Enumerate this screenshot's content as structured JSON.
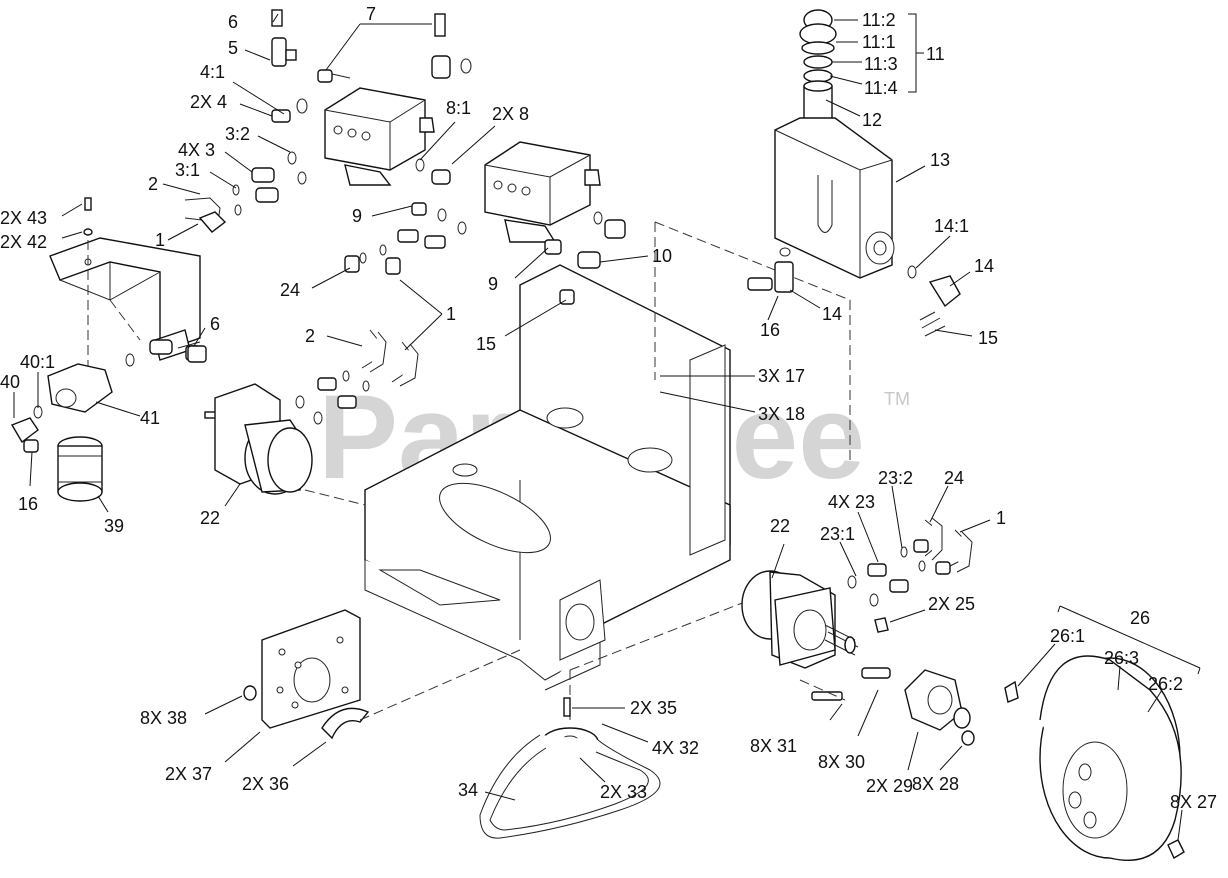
{
  "watermark": {
    "text": "PartsTree",
    "tm": "TM"
  },
  "callouts": {
    "c6a": "6",
    "c7": "7",
    "c5": "5",
    "c4_1": "4:1",
    "c2x4": "2X 4",
    "c3_2": "3:2",
    "c4x3": "4X 3",
    "c3_1": "3:1",
    "c2a": "2",
    "c1a": "1",
    "c2x43": "2X 43",
    "c2x42": "2X 42",
    "c8_1": "8:1",
    "c2x8": "2X 8",
    "c9a": "9",
    "c9b": "9",
    "c10": "10",
    "c24a": "24",
    "c1b": "1",
    "c2b": "2",
    "c15a": "15",
    "c11_2": "11:2",
    "c11_1": "11:1",
    "c11_3": "11:3",
    "c11_4": "11:4",
    "c11": "11",
    "c12": "12",
    "c13": "13",
    "c14_1": "14:1",
    "c14a": "14",
    "c14b": "14",
    "c16a": "16",
    "c15b": "15",
    "c6b": "6",
    "c40_1": "40:1",
    "c40": "40",
    "c41": "41",
    "c16b": "16",
    "c39": "39",
    "c22a": "22",
    "c3x17": "3X 17",
    "c3x18": "3X 18",
    "c23_2": "23:2",
    "c24b": "24",
    "c4x23": "4X 23",
    "c1c": "1",
    "c22b": "22",
    "c23_1": "23:1",
    "c2x25": "2X 25",
    "c26": "26",
    "c26_1": "26:1",
    "c26_3": "26:3",
    "c26_2": "26:2",
    "c8x38": "8X 38",
    "c2x37": "2X 37",
    "c2x36": "2X 36",
    "c2x35": "2X 35",
    "c4x32": "4X 32",
    "c34": "34",
    "c2x33": "2X 33",
    "c8x31": "8X 31",
    "c8x30": "8X 30",
    "c2x29": "2X 29",
    "c8x28": "8X 28",
    "c8x27": "8X 27"
  }
}
